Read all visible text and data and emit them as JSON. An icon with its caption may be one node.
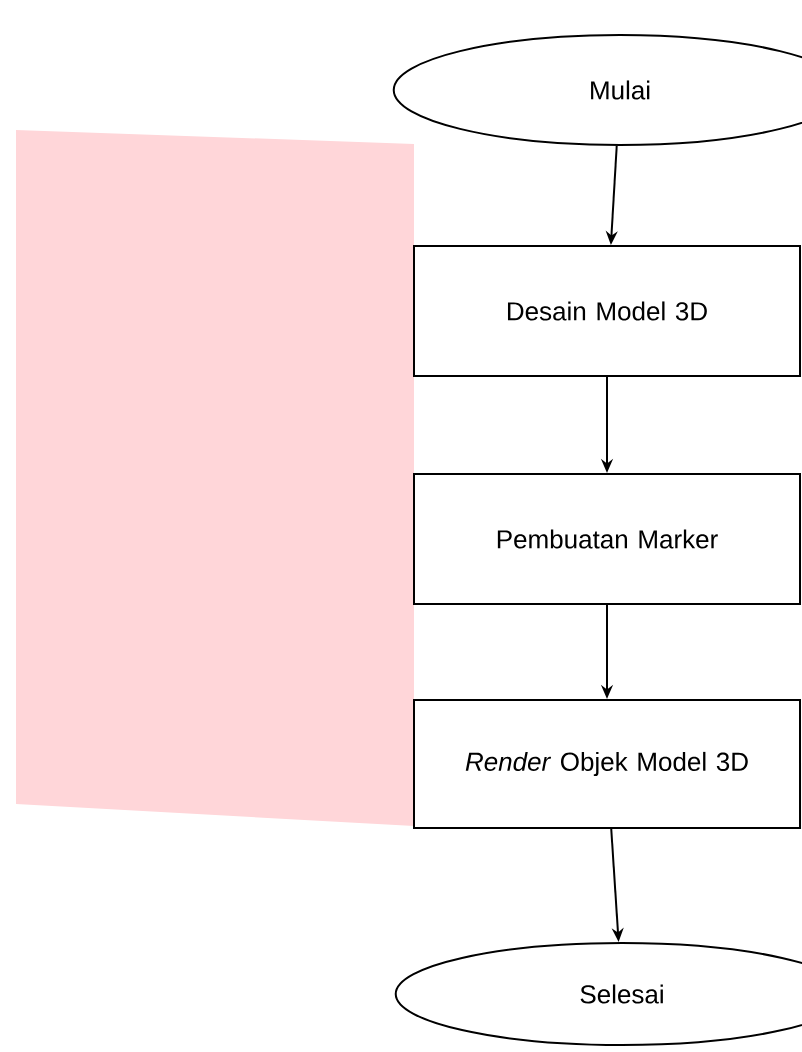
{
  "diagram": {
    "nodes": [
      {
        "text": [
          "Mulai"
        ]
      },
      {
        "text": [
          "Desain Model 3D"
        ]
      },
      {
        "text": [
          "Pembuatan Marker"
        ]
      },
      {
        "text": [
          "*Render* Objek Model 3D"
        ]
      },
      {
        "text": [
          "Selesai"
        ]
      }
    ],
    "edges": [
      {
        "from": 0,
        "to": 1,
        "arrow": "to"
      },
      {
        "from": 1,
        "to": 2,
        "arrow": "to"
      },
      {
        "from": 2,
        "to": 3,
        "arrow": "to"
      },
      {
        "from": 3,
        "to": 4,
        "arrow": "to"
      }
    ]
  }
}
